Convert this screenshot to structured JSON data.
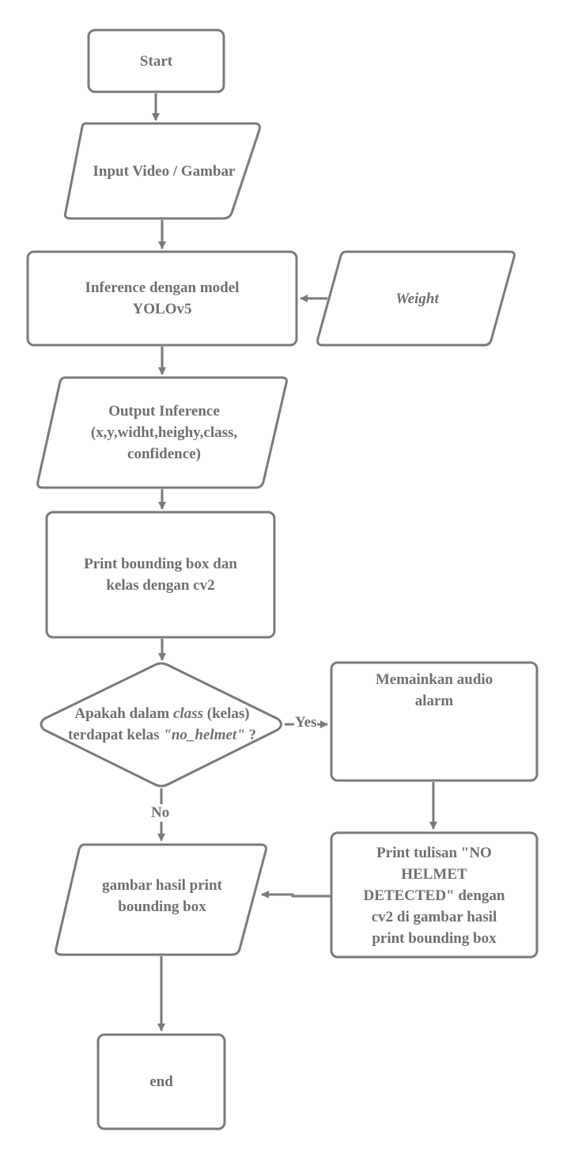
{
  "flowchart": {
    "nodes": {
      "start": "Start",
      "input": "Input Video / Gambar",
      "inference": "Inference dengan model\nYOLOv5",
      "weight": "Weight",
      "output": "Output Inference\n(x,y,widht,heighy,class,\nconfidence)",
      "print_bbox": "Print bounding box dan\nkelas dengan cv2",
      "decision": {
        "part1": "Apakah dalam ",
        "part2": "class",
        "part3": " (kelas)\nterdapat kelas ",
        "part4": "\"no_helmet\"",
        "part5": " ?"
      },
      "alarm": "Memainkan audio\nalarm",
      "print_text": "Print tulisan \"NO\nHELMET\nDETECTED\" dengan\ncv2 di gambar hasil\nprint bounding box",
      "result": "gambar hasil print\nbounding box",
      "end": "end"
    },
    "edges": {
      "yes": "Yes",
      "no": "No"
    },
    "colors": {
      "stroke": "#7a7a7a",
      "text": "#6f6f6f",
      "background": "#ffffff"
    }
  }
}
